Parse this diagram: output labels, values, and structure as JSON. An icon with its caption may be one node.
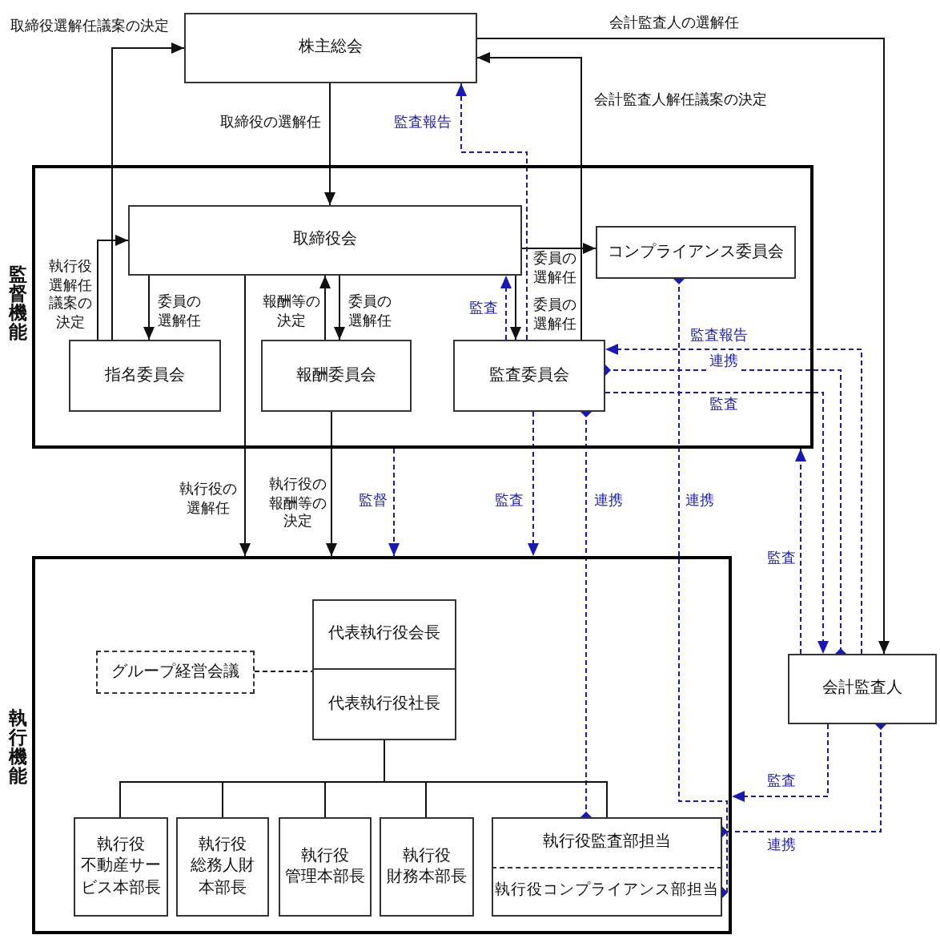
{
  "diagram": {
    "nodes": [
      {
        "text": [
          "監督機能"
        ]
      },
      {
        "text": [
          "株主総会"
        ]
      },
      {
        "text": [
          "取締役会"
        ],
        "in": 0
      },
      {
        "text": [
          "指名委員会"
        ],
        "in": 0
      },
      {
        "text": [
          "報酬委員会"
        ],
        "in": 0
      },
      {
        "text": [
          "監査委員会"
        ],
        "in": 0
      },
      {
        "text": [
          "コンプライアンス委員会"
        ],
        "in": 0
      },
      {
        "text": [
          "執行機能"
        ]
      },
      {
        "text": [
          "代表執行役会長"
        ],
        "in": 7
      },
      {
        "text": [
          "代表執行役社長"
        ],
        "in": 7
      },
      {
        "text": [
          "グループ経営会議"
        ],
        "in": 7
      },
      {
        "text": [
          "執行役",
          "不動産サービス本部長"
        ],
        "in": 7
      },
      {
        "text": [
          "執行役",
          "総務人財本部長"
        ],
        "in": 7
      },
      {
        "text": [
          "執行役",
          "管理本部長"
        ],
        "in": 7
      },
      {
        "text": [
          "執行役",
          "財務本部長"
        ],
        "in": 7
      },
      {
        "text": [
          "執行役監査部担当"
        ],
        "in": 7
      },
      {
        "text": [
          "執行役コンプライアンス部担当"
        ],
        "in": 7
      },
      {
        "text": [
          "会計監査人"
        ]
      }
    ],
    "edges": [
      {
        "from": 3,
        "to": 1,
        "arrow": "to",
        "label": "取締役選解任議案の決定"
      },
      {
        "from": 3,
        "to": 2,
        "arrow": "to",
        "label": "執行役選解任議案の決定"
      },
      {
        "from": 1,
        "to": 2,
        "arrow": "to",
        "label": "取締役の選解任"
      },
      {
        "from": 2,
        "to": 3,
        "arrow": "to",
        "label": "委員の選解任"
      },
      {
        "from": 4,
        "to": 2,
        "arrow": "to",
        "label": "報酬等の決定"
      },
      {
        "from": 2,
        "to": 4,
        "arrow": "to",
        "label": "委員の選解任"
      },
      {
        "from": 2,
        "to": 6,
        "arrow": "to",
        "label": "委員の選解任"
      },
      {
        "from": 2,
        "to": 5,
        "arrow": "to",
        "label": "委員の選解任"
      },
      {
        "from": 5,
        "to": 2,
        "arrow": "to",
        "label": "監査",
        "style": "dashed",
        "color": "#1a1ab0"
      },
      {
        "from": 5,
        "to": 1,
        "arrow": "to",
        "label": "監査報告",
        "style": "dashed",
        "color": "#1a1ab0"
      },
      {
        "from": 5,
        "to": 1,
        "arrow": "to",
        "label": "会計監査人解任議案の決定"
      },
      {
        "from": 1,
        "to": 17,
        "arrow": "to",
        "label": "会計監査人の選解任"
      },
      {
        "from": 2,
        "to": 7,
        "arrow": "to",
        "label": "執行役の選解任"
      },
      {
        "from": 4,
        "to": 7,
        "arrow": "to",
        "label": "執行役の報酬等の決定"
      },
      {
        "from": 0,
        "to": 7,
        "arrow": "to",
        "label": "監督",
        "style": "dashed",
        "color": "#1a1ab0"
      },
      {
        "from": 5,
        "to": 7,
        "arrow": "to",
        "label": "監査",
        "style": "dashed",
        "color": "#1a1ab0"
      },
      {
        "from": 5,
        "to": 15,
        "arrow": "other",
        "label": "連携",
        "style": "dashed",
        "color": "#1a1ab0"
      },
      {
        "from": 6,
        "to": 16,
        "arrow": "other",
        "label": "連携",
        "style": "dashed",
        "color": "#1a1ab0"
      },
      {
        "from": 17,
        "to": 5,
        "arrow": "to",
        "label": "監査報告",
        "style": "dashed",
        "color": "#1a1ab0"
      },
      {
        "from": 5,
        "to": 17,
        "arrow": "other",
        "label": "連携",
        "style": "dashed",
        "color": "#1a1ab0"
      },
      {
        "from": 5,
        "to": 17,
        "arrow": "to",
        "label": "監査",
        "style": "dashed",
        "color": "#1a1ab0"
      },
      {
        "from": 17,
        "to": 0,
        "arrow": "to",
        "label": "監査",
        "style": "dashed",
        "color": "#1a1ab0"
      },
      {
        "from": 17,
        "to": 7,
        "arrow": "to",
        "label": "監査",
        "style": "dashed",
        "color": "#1a1ab0"
      },
      {
        "from": 17,
        "to": 15,
        "arrow": "other",
        "label": "連携",
        "style": "dashed",
        "color": "#1a1ab0"
      },
      {
        "from": 10,
        "to": 9,
        "arrow": "none",
        "style": "dashed"
      },
      {
        "from": 9,
        "to": 11,
        "arrow": "none"
      },
      {
        "from": 9,
        "to": 12,
        "arrow": "none"
      },
      {
        "from": 9,
        "to": 13,
        "arrow": "none"
      },
      {
        "from": 9,
        "to": 14,
        "arrow": "none"
      },
      {
        "from": 9,
        "to": 15,
        "arrow": "none"
      }
    ]
  }
}
